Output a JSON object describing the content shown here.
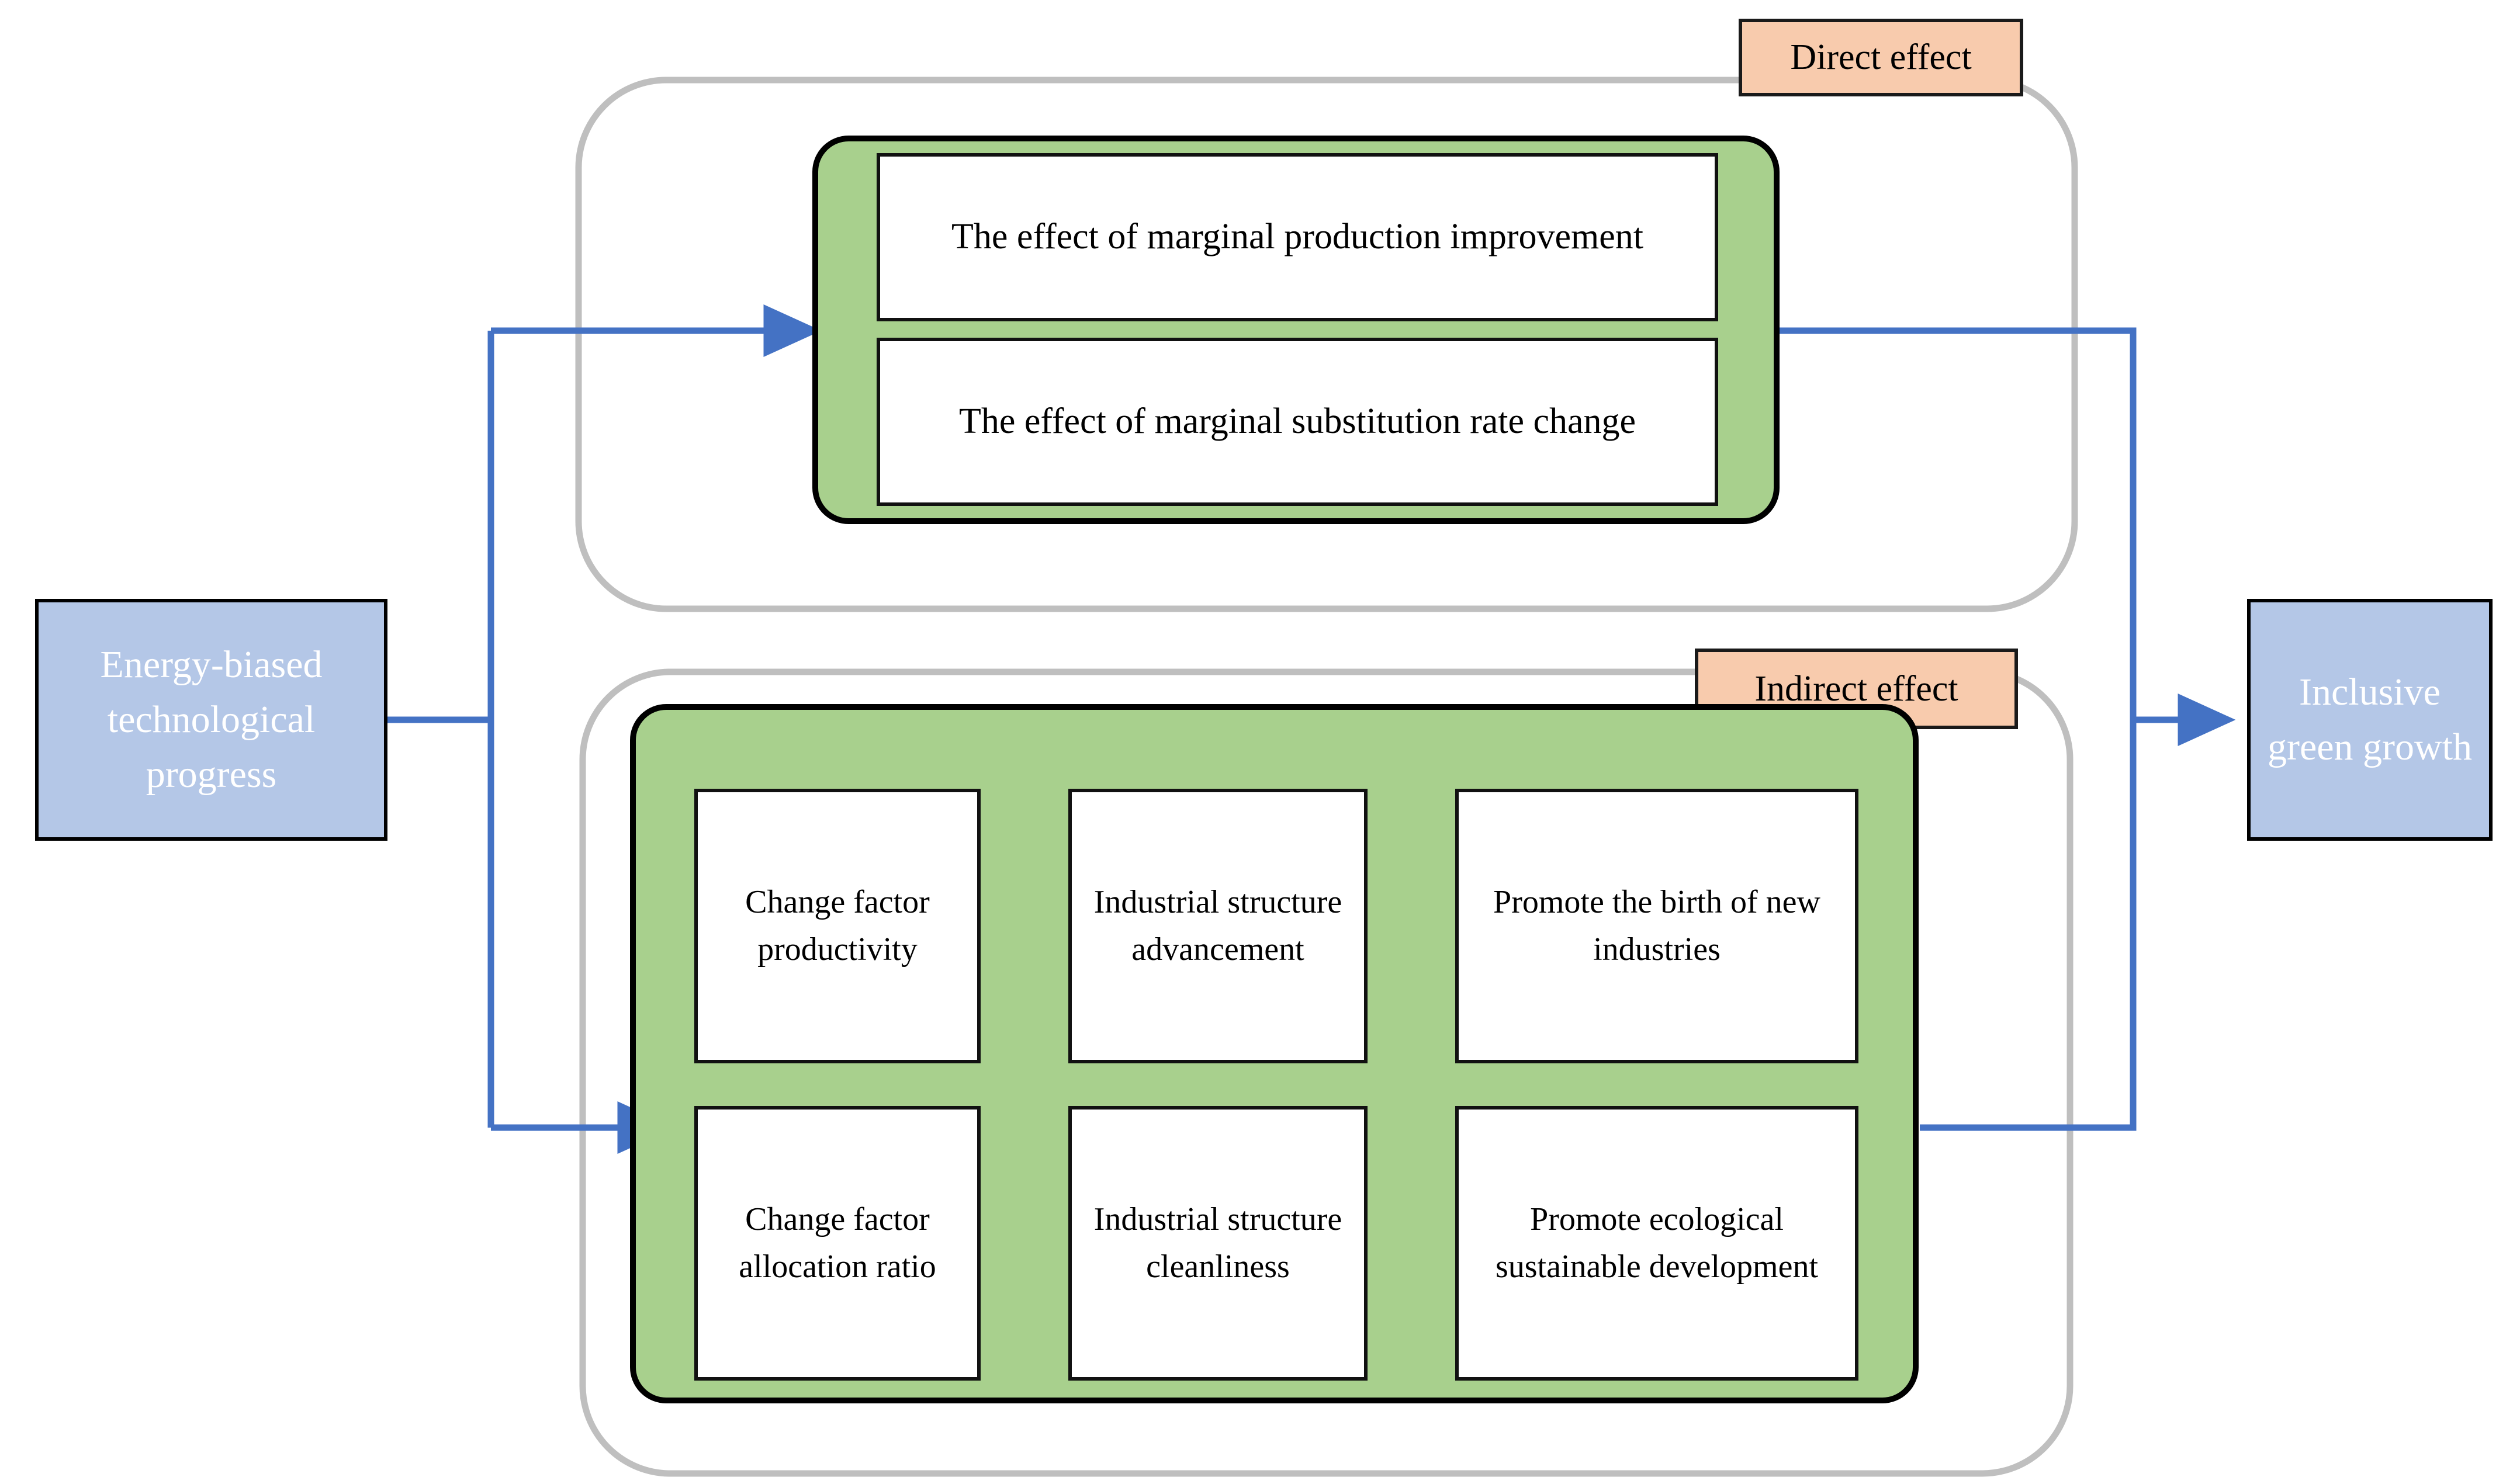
{
  "diagram": {
    "title_visible": false,
    "colors": {
      "endpoint_fill": "#B4C7E7",
      "endpoint_text": "#FFFFFF",
      "tag_fill": "#F8CBAD",
      "group_fill": "#A8D08D",
      "card_fill": "#FFFFFF",
      "connector": "#4472C4",
      "capsule_stroke": "#BFBFBF",
      "node_stroke": "#000000"
    },
    "source": {
      "label": "Energy-biased technological progress"
    },
    "target": {
      "label": "Inclusive green growth"
    },
    "channels": [
      {
        "id": "direct",
        "tag": "Direct effect",
        "cards": [
          "The effect of marginal production improvement",
          "The effect of marginal substitution rate change"
        ]
      },
      {
        "id": "indirect",
        "tag": "Indirect effect",
        "rows": [
          {
            "cards": [
              "Change factor productivity",
              "Industrial structure advancement",
              "Promote the birth of new industries"
            ]
          },
          {
            "cards": [
              "Change factor allocation ratio",
              "Industrial structure cleanliness",
              "Promote ecological sustainable development"
            ]
          }
        ]
      }
    ],
    "flows": [
      {
        "from": "Energy-biased technological progress",
        "to": "Direct effect group"
      },
      {
        "from": "Energy-biased technological progress",
        "to": "Indirect effect group"
      },
      {
        "from": "Direct effect group",
        "to": "Inclusive green growth"
      },
      {
        "from": "Indirect effect group",
        "to": "Inclusive green growth"
      },
      {
        "from": "Change factor productivity",
        "to": "Industrial structure advancement"
      },
      {
        "from": "Industrial structure advancement",
        "to": "Promote the birth of new industries"
      },
      {
        "from": "Change factor allocation ratio",
        "to": "Industrial structure cleanliness"
      },
      {
        "from": "Industrial structure cleanliness",
        "to": "Promote ecological sustainable development"
      }
    ]
  }
}
